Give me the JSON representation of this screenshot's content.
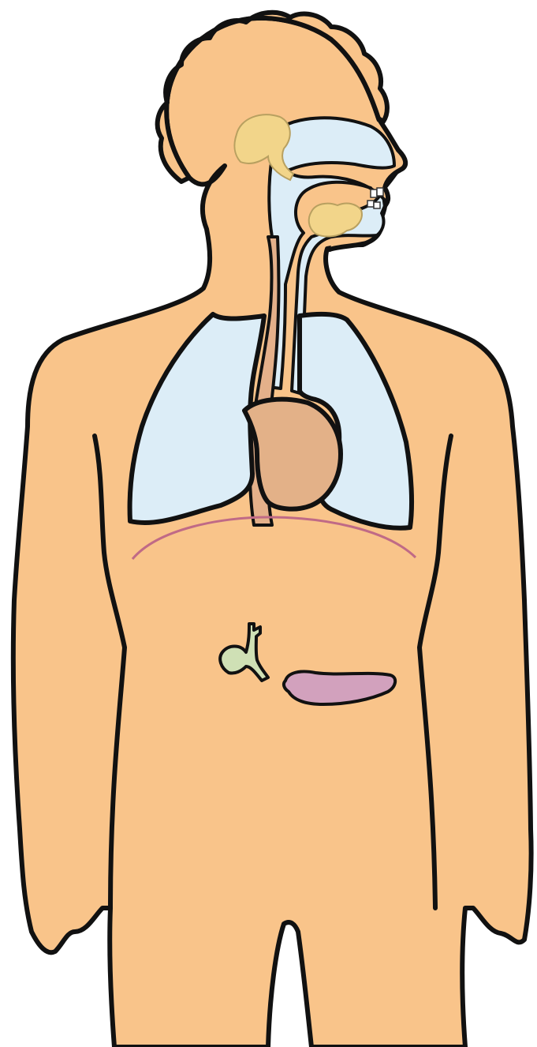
{
  "figure": {
    "colors": {
      "background": "#ffffff",
      "skin": "#f9c48a",
      "outline": "#111111",
      "airway": "#dcedf7",
      "lungs": "#dcedf7",
      "esophagus": "#e4b08a",
      "stomach_heart": "#e3b188",
      "salivary_glands": "#f2d58a",
      "diaphragm": "#c06a86",
      "gallbladder": "#cfe0b5",
      "pancreas": "#d2a1bd",
      "teeth": "#ffffff"
    },
    "parts": [
      {
        "name": "body",
        "icon": "human-torso-silhouette"
      },
      {
        "name": "hair",
        "icon": "curly-hair"
      },
      {
        "name": "nasal-cavity",
        "icon": "nasal-cavity-shape"
      },
      {
        "name": "oral-cavity",
        "icon": "mouth-cavity-shape"
      },
      {
        "name": "teeth",
        "icon": "teeth-shape"
      },
      {
        "name": "tongue",
        "icon": "tongue-shape"
      },
      {
        "name": "parotid-gland",
        "icon": "gland-shape"
      },
      {
        "name": "sublingual-gland",
        "icon": "gland-shape"
      },
      {
        "name": "trachea",
        "icon": "tube-shape"
      },
      {
        "name": "esophagus",
        "icon": "tube-shape"
      },
      {
        "name": "lungs",
        "icon": "lung-shape"
      },
      {
        "name": "heart",
        "icon": "heart-shape"
      },
      {
        "name": "diaphragm",
        "icon": "curve-line"
      },
      {
        "name": "gallbladder",
        "icon": "gallbladder-shape"
      },
      {
        "name": "pancreas",
        "icon": "pancreas-shape"
      }
    ]
  }
}
